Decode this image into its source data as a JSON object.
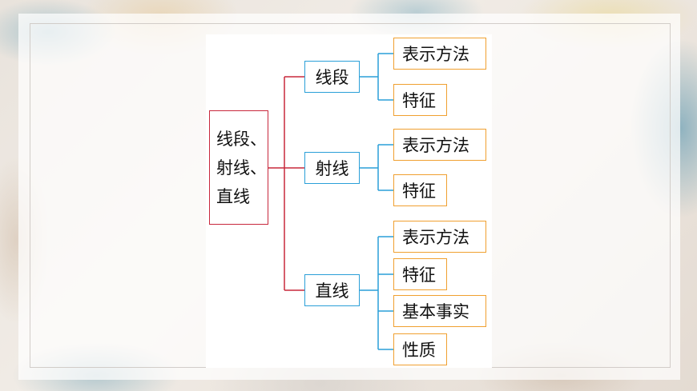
{
  "diagram": {
    "root": {
      "lines": [
        "线段、",
        "射线、",
        "直线"
      ]
    },
    "branches": [
      {
        "label": "线段",
        "children": [
          "表示方法",
          "特征"
        ]
      },
      {
        "label": "射线",
        "children": [
          "表示方法",
          "特征"
        ]
      },
      {
        "label": "直线",
        "children": [
          "表示方法",
          "特征",
          "基本事实",
          "性质"
        ]
      }
    ]
  },
  "colors": {
    "root_border": "#c8283c",
    "branch_border": "#2a9fd8",
    "leaf_border": "#f0a030"
  }
}
